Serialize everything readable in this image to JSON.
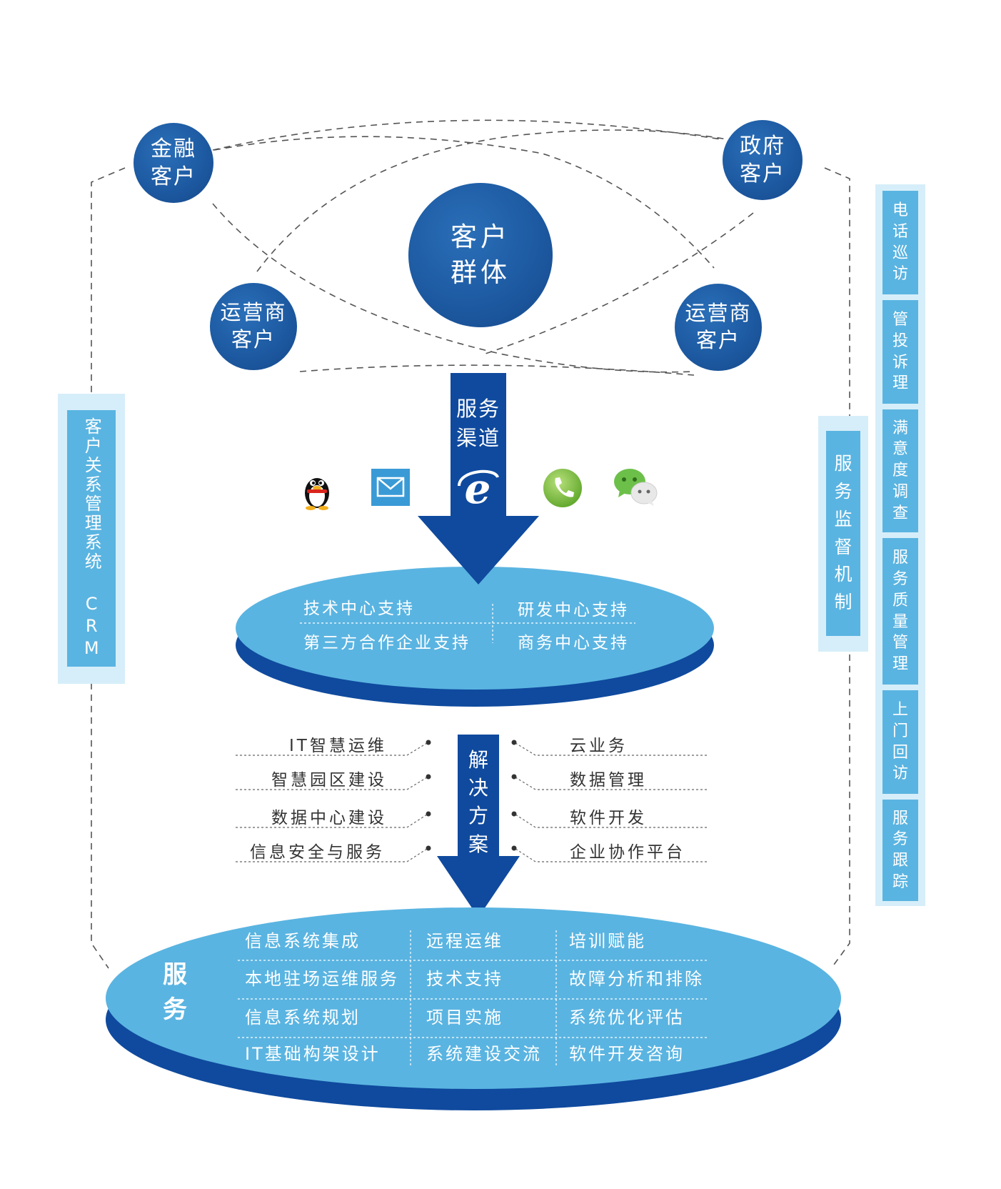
{
  "center": {
    "line1": "客户",
    "line2": "群体"
  },
  "customers": [
    {
      "line1": "金融",
      "line2": "客户"
    },
    {
      "line1": "政府",
      "line2": "客户"
    },
    {
      "line1": "运营商",
      "line2": "客户"
    },
    {
      "line1": "运营商",
      "line2": "客户"
    }
  ],
  "channel": {
    "line1": "服务",
    "line2": "渠道"
  },
  "channel_icons": [
    "qq-penguin-icon",
    "email-icon",
    "ie-browser-icon",
    "phone-icon",
    "wechat-icon"
  ],
  "support": {
    "items": [
      "技术中心支持",
      "研发中心支持",
      "第三方合作企业支持",
      "商务中心支持"
    ]
  },
  "solution": {
    "label": [
      "解",
      "决",
      "方",
      "案"
    ],
    "left": [
      "IT智慧运维",
      "智慧园区建设",
      "数据中心建设",
      "信息安全与服务"
    ],
    "right": [
      "云业务",
      "数据管理",
      "软件开发",
      "企业协作平台"
    ]
  },
  "service": {
    "label": [
      "服",
      "务"
    ],
    "col1": [
      "信息系统集成",
      "本地驻场运维服务",
      "信息系统规划",
      "IT基础构架设计"
    ],
    "col2": [
      "远程运维",
      "技术支持",
      "项目实施",
      "系统建设交流"
    ],
    "col3": [
      "培训赋能",
      "故障分析和排除",
      "系统优化评估",
      "软件开发咨询"
    ]
  },
  "crm": {
    "label": "客户关系管理系统 CRM"
  },
  "supervision": {
    "label": [
      "服",
      "务",
      "监",
      "督",
      "机",
      "制"
    ]
  },
  "right_items": [
    [
      "电",
      "话",
      "巡",
      "访"
    ],
    [
      "管",
      "投",
      "诉",
      "理"
    ],
    [
      "满",
      "意",
      "度",
      "调",
      "查"
    ],
    [
      "服",
      "务",
      "质",
      "量",
      "管",
      "理"
    ],
    [
      "上",
      "门",
      "回",
      "访"
    ],
    [
      "服",
      "务",
      "跟",
      "踪"
    ]
  ],
  "colors": {
    "dark_blue": "#1a4f9a",
    "light_blue": "#5ab4e1",
    "pale_blue": "#d6eef9",
    "deep_blue": "#0f4a9e"
  }
}
